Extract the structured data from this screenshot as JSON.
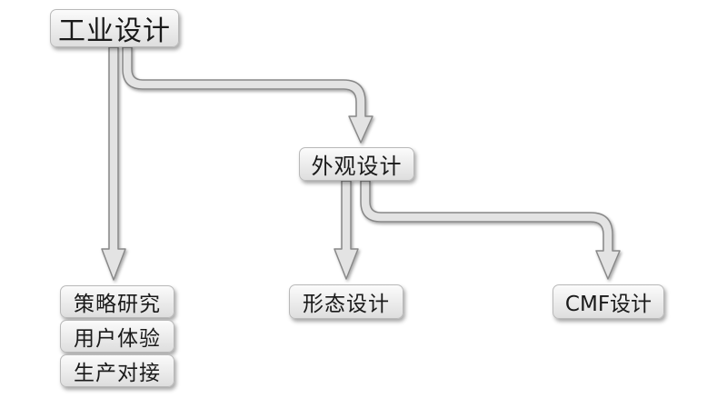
{
  "diagram": {
    "root": {
      "label": "工业设计"
    },
    "appearance": {
      "label": "外观设计"
    },
    "root_children": [
      {
        "label": "策略研究"
      },
      {
        "label": "用户体验"
      },
      {
        "label": "生产对接"
      }
    ],
    "appearance_children": [
      {
        "label": "形态设计"
      },
      {
        "label": "CMF设计"
      }
    ],
    "edges": [
      {
        "from": "工业设计",
        "to": "策略研究"
      },
      {
        "from": "工业设计",
        "to": "外观设计"
      },
      {
        "from": "外观设计",
        "to": "形态设计"
      },
      {
        "from": "外观设计",
        "to": "CMF设计"
      }
    ]
  },
  "colors": {
    "connector_fill": "#e3e3e3",
    "connector_stroke": "#888888",
    "node_fill_top": "#fbfbfb",
    "node_fill_bottom": "#dedede",
    "text": "#1a1a1a"
  }
}
